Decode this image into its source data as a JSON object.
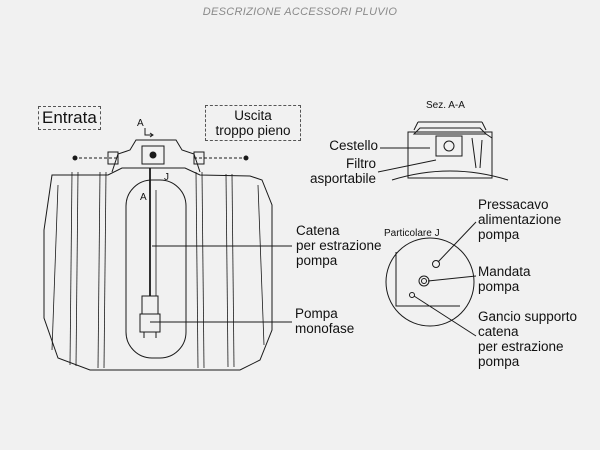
{
  "title": "DESCRIZIONE ACCESSORI PLUVIO",
  "labels": {
    "entrata": "Entrata",
    "uscita": "Uscita\ntroppo pieno",
    "sez": "Sez. A-A",
    "cestello": "Cestello",
    "filtro": "Filtro\nasportabile",
    "catena": "Catena\nper estrazione\npompa",
    "pompa": "Pompa\nmonofase",
    "particolare": "Particolare J",
    "pressacavo": "Pressacavo\nalimentazione\npompa",
    "mandata": "Mandata\npompa",
    "gancio": "Gancio supporto\ncatena\nper estrazione\npompa",
    "mark_a_top": "A",
    "mark_a_side": "A",
    "mark_j": "J"
  },
  "colors": {
    "line": "#1a1a1a",
    "background": "#f1f1f1",
    "title": "#8a8a8a"
  }
}
